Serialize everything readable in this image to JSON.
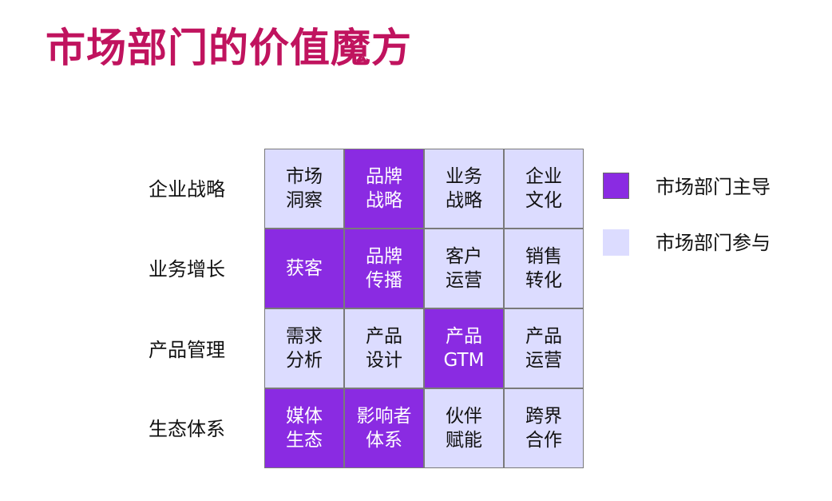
{
  "title": "市场部门的价值魔方",
  "rows": [
    "企业战略",
    "业务增长",
    "产品管理",
    "生态体系"
  ],
  "cells": [
    [
      {
        "lines": [
          "市场",
          "洞察"
        ],
        "type": "participate"
      },
      {
        "lines": [
          "品牌",
          "战略"
        ],
        "type": "lead"
      },
      {
        "lines": [
          "业务",
          "战略"
        ],
        "type": "participate"
      },
      {
        "lines": [
          "企业",
          "文化"
        ],
        "type": "participate"
      }
    ],
    [
      {
        "lines": [
          "获客"
        ],
        "type": "lead"
      },
      {
        "lines": [
          "品牌",
          "传播"
        ],
        "type": "lead"
      },
      {
        "lines": [
          "客户",
          "运营"
        ],
        "type": "participate"
      },
      {
        "lines": [
          "销售",
          "转化"
        ],
        "type": "participate"
      }
    ],
    [
      {
        "lines": [
          "需求",
          "分析"
        ],
        "type": "participate"
      },
      {
        "lines": [
          "产品",
          "设计"
        ],
        "type": "participate"
      },
      {
        "lines": [
          "产品",
          "GTM"
        ],
        "type": "lead"
      },
      {
        "lines": [
          "产品",
          "运营"
        ],
        "type": "participate"
      }
    ],
    [
      {
        "lines": [
          "媒体",
          "生态"
        ],
        "type": "lead"
      },
      {
        "lines": [
          "影响者",
          "体系"
        ],
        "type": "lead"
      },
      {
        "lines": [
          "伙伴",
          "赋能"
        ],
        "type": "participate"
      },
      {
        "lines": [
          "跨界",
          "合作"
        ],
        "type": "participate"
      }
    ]
  ],
  "legend": {
    "lead": "市场部门主导",
    "participate": "市场部门参与"
  },
  "colors": {
    "title": "#c0135e",
    "lead": "#8a2be2",
    "participate": "#dcdcff",
    "border": "#7a7a7a"
  }
}
